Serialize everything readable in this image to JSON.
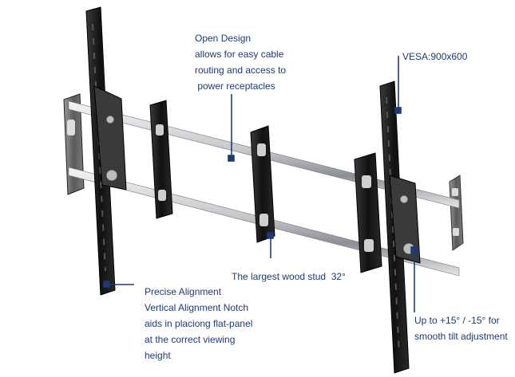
{
  "callouts": {
    "open_design": {
      "lines": [
        "Open Design",
        "allows for easy cable",
        "routing and access to",
        " power receptacles"
      ]
    },
    "vesa": {
      "lines": [
        "VESA:900x600"
      ]
    },
    "wood_stud": {
      "lines": [
        "The largest wood stud  32°"
      ]
    },
    "precise_alignment": {
      "lines": [
        "Precise Alignment",
        "Vertical Alignment Notch",
        "aids in placiong flat-panel",
        "at the correct viewing",
        "height"
      ]
    },
    "tilt": {
      "lines": [
        "Up to +15° / -15° for",
        "smooth tilt adjustment"
      ]
    }
  },
  "colors": {
    "callout_text": "#1f3a73",
    "leader_line": "#1f3a73",
    "metal_dark": "#1b1b1b",
    "rail_chrome": "#c9cbcf"
  }
}
